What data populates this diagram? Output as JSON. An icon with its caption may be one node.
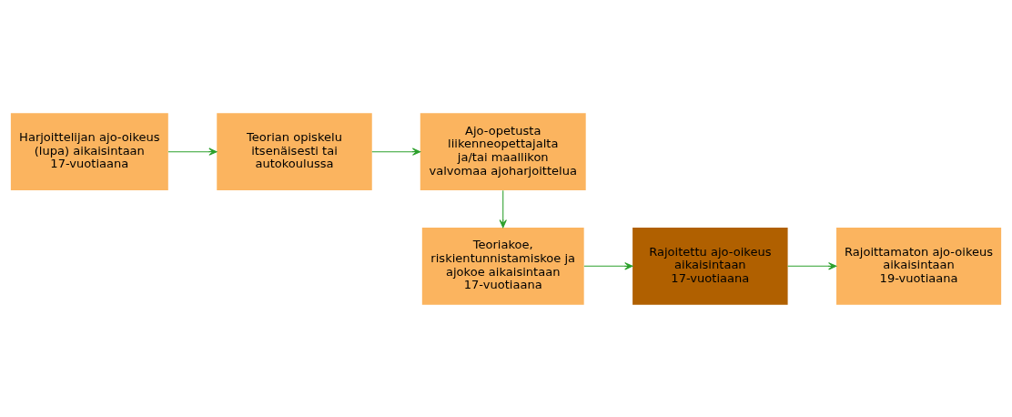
{
  "diagram": {
    "nodes": [
      {
        "text": [
          "Harjoittelijan ajo-oikeus (lupa) aikaisintaan 17-vuotiaana"
        ]
      },
      {
        "text": [
          "Teorian opiskelu itsenäisesti tai autokoulussa"
        ]
      },
      {
        "text": [
          "Ajo-opetusta liikenneopettajalta ja/tai maallikon valvomaa ajoharjoittelua"
        ]
      },
      {
        "text": [
          "Teoriakoe, riskientunnistamiskoe ja ajokoe aikaisintaan 17-vuotiaana"
        ]
      },
      {
        "text": [
          "Rajoitettu ajo-oikeus aikaisintaan 17-vuotiaana"
        ]
      },
      {
        "text": [
          "Rajoittamaton ajo-oikeus aikaisintaan 19-vuotiaana"
        ]
      }
    ],
    "edges": [
      {
        "from": 0,
        "to": 1,
        "arrow": "to"
      },
      {
        "from": 1,
        "to": 2,
        "arrow": "to"
      },
      {
        "from": 2,
        "to": 3,
        "arrow": "to"
      },
      {
        "from": 3,
        "to": 4,
        "arrow": "to"
      },
      {
        "from": 4,
        "to": 5,
        "arrow": "to"
      }
    ]
  }
}
